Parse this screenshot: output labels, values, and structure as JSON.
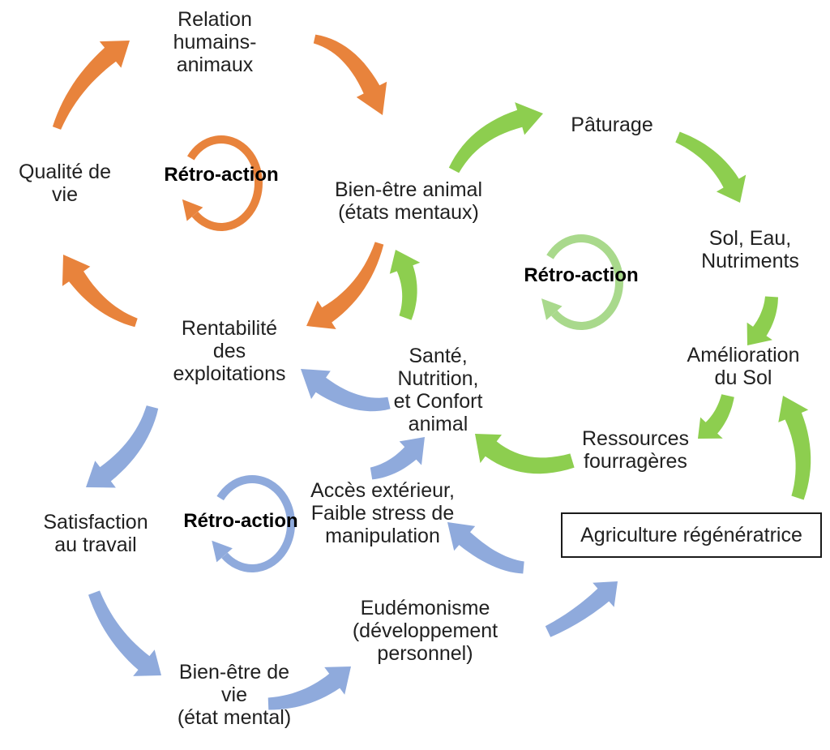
{
  "colors": {
    "orange": "#E8833C",
    "green": "#8DCE4F",
    "green_light": "#A9D98C",
    "blue": "#8FAADC",
    "text": "#212121",
    "box_border": "#1B1B1B",
    "background": "#FFFFFF"
  },
  "nodes": {
    "relation_humains_animaux": "Relation\nhumains-\nanimaux",
    "qualite_de_vie": "Qualité de\nvie",
    "bien_etre_animal": "Bien-être animal\n(états mentaux)",
    "paturage": "Pâturage",
    "sol_eau_nutriments": "Sol, Eau,\nNutriments",
    "amelioration_du_sol": "Amélioration\ndu Sol",
    "ressources_fourrageres": "Ressources\nfourragères",
    "rentabilite_des_exploitations": "Rentabilité\ndes\nexploitations",
    "sante_nutrition_confort_animal": "Santé,\nNutrition,\net Confort\nanimal",
    "acces_exterieur_faible_stress": "Accès extérieur,\nFaible stress de\nmanipulation",
    "satisfaction_au_travail": "Satisfaction\nau travail",
    "eudemonisme": "Eudémonisme\n(développement\npersonnel)",
    "bien_etre_de_vie": "Bien-être de\nvie\n(état mental)",
    "agriculture_regeneratrice": "Agriculture régénératrice"
  },
  "loop_labels": {
    "orange": "Rétro-action",
    "green": "Rétro-action",
    "blue": "Rétro-action"
  }
}
